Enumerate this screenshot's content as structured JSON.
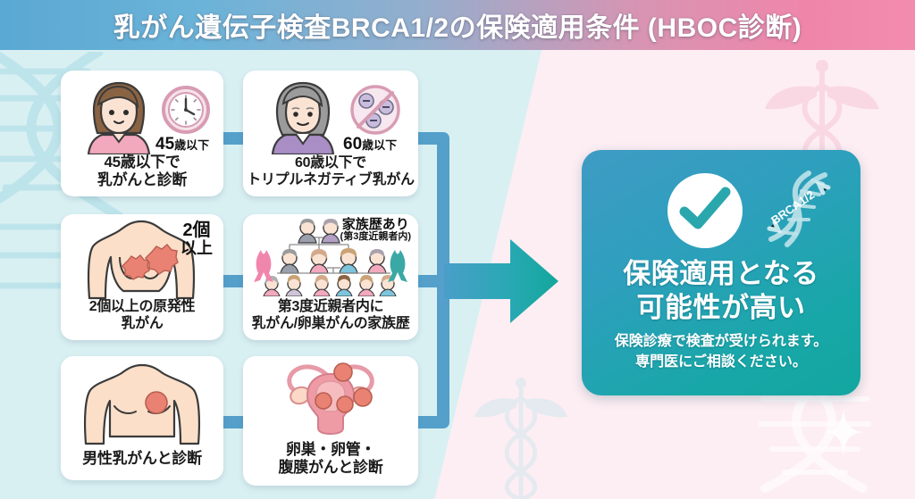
{
  "header": {
    "title": "乳がん遺伝子検査BRCA1/2の保険適用条件 (HBOC診断)",
    "gradient_start": "#5aa8d4",
    "gradient_end": "#f28cae"
  },
  "theme": {
    "bg_left": "#d9f0f3",
    "bg_right": "#fdeef3",
    "connector": "#54a0cb",
    "arrow_start": "#4a9ec9",
    "arrow_end": "#12a79c",
    "card_bg": "#ffffff"
  },
  "criteria": [
    {
      "id": "age-45",
      "icon": "young-woman-icon",
      "secondary_icon": "clock-icon",
      "badge_line1": "45",
      "badge_unit": "歳以下",
      "badge_line2": "",
      "caption_line1": "45歳以下で",
      "caption_line2": "乳がんと診断"
    },
    {
      "id": "triple-negative-60",
      "icon": "older-woman-icon",
      "secondary_icon": "triple-negative-receptor-icon",
      "badge_line1": "60",
      "badge_unit": "歳以下",
      "badge_line2": "",
      "caption_line1": "60歳以下で",
      "caption_line2": "トリプルネガティブ乳がん"
    },
    {
      "id": "multiple-primary",
      "icon": "female-torso-two-tumors-icon",
      "secondary_icon": "",
      "badge_line1": "2個",
      "badge_unit": "",
      "badge_line2": "以上",
      "caption_line1": "2個以上の原発性",
      "caption_line2": "乳がん"
    },
    {
      "id": "family-history",
      "icon": "family-tree-icon",
      "secondary_icon": "pink-and-teal-ribbon-icon",
      "badge_line1": "家族歴あり",
      "badge_unit": "",
      "badge_line2": "(第3度近親者内)",
      "caption_line1": "第3度近親者内に",
      "caption_line2": "乳がん/卵巣がんの家族歴"
    },
    {
      "id": "male-breast-cancer",
      "icon": "male-torso-tumor-icon",
      "secondary_icon": "",
      "badge_line1": "",
      "badge_unit": "",
      "badge_line2": "",
      "caption_line1": "男性乳がんと診断",
      "caption_line2": ""
    },
    {
      "id": "ovarian-tubal-peritoneal",
      "icon": "uterus-ovaries-tumor-icon",
      "secondary_icon": "",
      "badge_line1": "",
      "badge_unit": "",
      "badge_line2": "",
      "caption_line1": "卵巣・卵管・",
      "caption_line2": "腹膜がんと診断"
    }
  ],
  "result": {
    "icon": "check-circle-icon",
    "dna_label": "BRCA1/2",
    "headline_line1": "保険適用となる",
    "headline_line2": "可能性が高い",
    "sub_line1": "保険診療で検査が受けられます。",
    "sub_line2": "専門医にご相談ください。"
  },
  "decor": {
    "left_watermark": "dna-helix-watermark",
    "top_right_watermark": "caduceus-watermark",
    "bottom_center_watermark": "caduceus-watermark",
    "bottom_right_watermark": "dna-helix-watermark",
    "sparkle": "sparkle-icon"
  }
}
